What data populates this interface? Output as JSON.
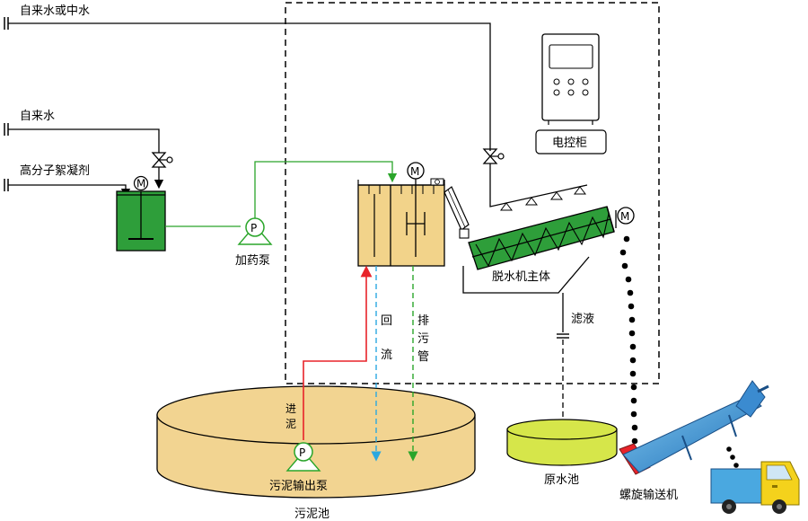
{
  "labels": {
    "tap_water_or_reclaimed": "自来水或中水",
    "tap_water": "自来水",
    "polymer_flocculant": "高分子絮凝剂",
    "dosing_pump": "加药泵",
    "control_cabinet": "电控柜",
    "dewatering_main_unit": "脱水机主体",
    "filtrate": "滤液",
    "return_flow_char1": "回",
    "return_flow_char2": "流",
    "drain_pipe_char1": "排",
    "drain_pipe_char2": "污",
    "drain_pipe_char3": "管",
    "sludge_inlet_char1": "进",
    "sludge_inlet_char2": "泥",
    "sludge_transfer_pump": "污泥输出泵",
    "sludge_tank": "污泥池",
    "raw_water_tank": "原水池",
    "screw_conveyor": "螺旋输送机"
  },
  "symbols": {
    "motor": "M",
    "pump": "P"
  },
  "colors": {
    "green_line": "#2aa52a",
    "red_line": "#e8232a",
    "blue_dash": "#2aa8e0",
    "tank_fill": "#f2d38a",
    "sludge_tank_fill": "#f2d491",
    "green_equipment": "#2e9e3a",
    "raw_tank_fill": "#d6e64a"
  }
}
